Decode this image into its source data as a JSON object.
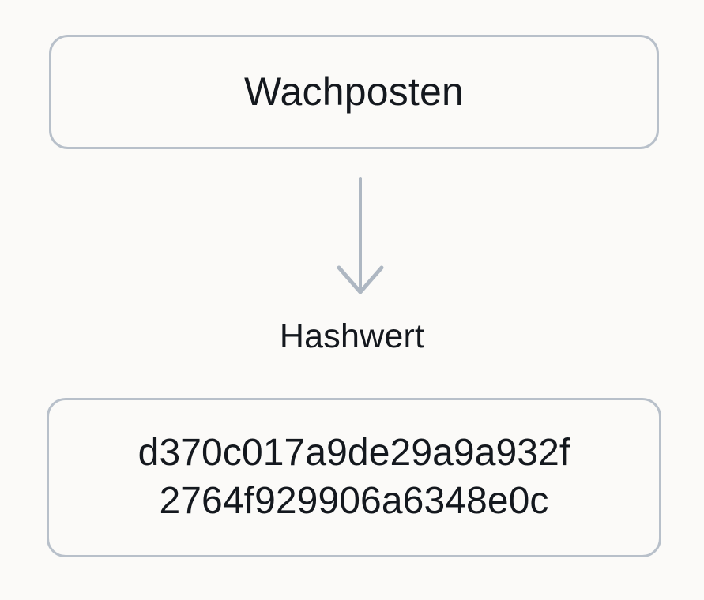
{
  "diagram": {
    "background_color": "#fbfaf8",
    "border_color": "#b8c0ca",
    "text_color": "#14181e",
    "arrow_color": "#aeb7c2",
    "nodes": {
      "source": {
        "label": "Wachposten"
      },
      "hash_output": {
        "lines": [
          "d370c017a9de29a9a932f",
          "2764f929906a6348e0c"
        ],
        "full_value": "d370c017a9de29a9a932f2764f929906a6348e0c"
      }
    },
    "edge": {
      "label": "Hashwert",
      "direction": "down",
      "arrow_icon": "arrow-down-icon"
    }
  }
}
